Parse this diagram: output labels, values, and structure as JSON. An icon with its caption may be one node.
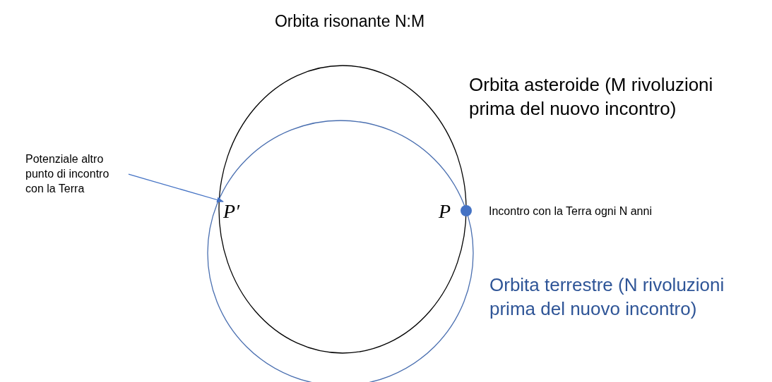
{
  "diagram": {
    "title": "Orbita risonante N:M",
    "nodes": [
      {
        "text": [
          "Potenziale altro punto di incontro con la Terra"
        ]
      },
      {
        "text": [
          "P′"
        ]
      }
    ],
    "edges": [
      {
        "from": 0,
        "to": 1,
        "arrow": "to"
      }
    ],
    "labels": [
      "Orbita asteroide (M rivoluzioni prima del nuovo incontro)",
      "P",
      "Incontro con la Terra ogni N anni",
      "Orbita terrestre (N rivoluzioni prima del nuovo incontro)"
    ]
  }
}
